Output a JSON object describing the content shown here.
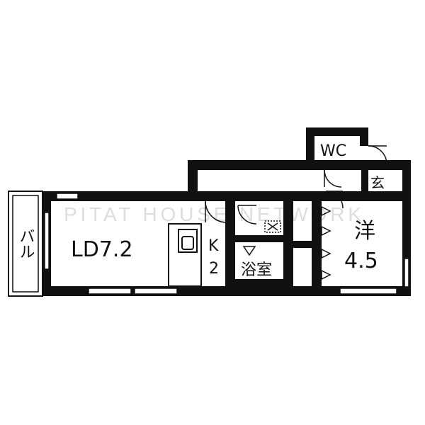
{
  "rooms": {
    "wc": "WC",
    "entrance": "玄",
    "balcony": "バル",
    "living_dining": "LD7.2",
    "kitchen_letter": "K",
    "kitchen_size": "2",
    "bath": "浴室",
    "western_letter": "洋",
    "western_size": "4.5"
  },
  "watermark": "PITAT HOUSE NETWORK",
  "colors": {
    "wall": "#111111",
    "background": "#ffffff"
  }
}
